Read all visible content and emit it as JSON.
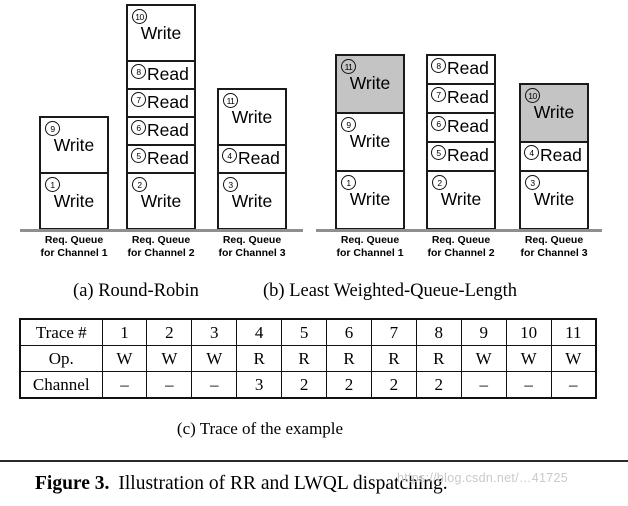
{
  "figure": {
    "caption_label": "Figure 3.",
    "caption_text": "Illustration of RR and LWQL dispatching."
  },
  "watermark": "https://blog.csdn.net/…41725",
  "colors": {
    "highlight_fill": "#c4c4c4",
    "baseline": "#8f8f8f",
    "border": "#1a1a1a"
  },
  "panels": [
    {
      "id": "a",
      "caption": "(a) Round-Robin",
      "queues": [
        {
          "label1": "Req. Queue",
          "label2": "for Channel 1",
          "blocks": [
            {
              "trace": "9",
              "op": "Write",
              "highlighted": false
            },
            {
              "trace": "1",
              "op": "Write",
              "highlighted": false
            }
          ]
        },
        {
          "label1": "Req. Queue",
          "label2": "for Channel 2",
          "blocks": [
            {
              "trace": "10",
              "op": "Write",
              "highlighted": false
            },
            {
              "trace": "8",
              "op": "Read",
              "highlighted": false
            },
            {
              "trace": "7",
              "op": "Read",
              "highlighted": false
            },
            {
              "trace": "6",
              "op": "Read",
              "highlighted": false
            },
            {
              "trace": "5",
              "op": "Read",
              "highlighted": false
            },
            {
              "trace": "2",
              "op": "Write",
              "highlighted": false
            }
          ]
        },
        {
          "label1": "Req. Queue",
          "label2": "for Channel 3",
          "blocks": [
            {
              "trace": "11",
              "op": "Write",
              "highlighted": false
            },
            {
              "trace": "4",
              "op": "Read",
              "highlighted": false
            },
            {
              "trace": "3",
              "op": "Write",
              "highlighted": false
            }
          ]
        }
      ]
    },
    {
      "id": "b",
      "caption": "(b) Least Weighted-Queue-Length",
      "queues": [
        {
          "label1": "Req. Queue",
          "label2": "for Channel 1",
          "blocks": [
            {
              "trace": "11",
              "op": "Write",
              "highlighted": true
            },
            {
              "trace": "9",
              "op": "Write",
              "highlighted": false
            },
            {
              "trace": "1",
              "op": "Write",
              "highlighted": false
            }
          ]
        },
        {
          "label1": "Req. Queue",
          "label2": "for Channel 2",
          "blocks": [
            {
              "trace": "8",
              "op": "Read",
              "highlighted": false
            },
            {
              "trace": "7",
              "op": "Read",
              "highlighted": false
            },
            {
              "trace": "6",
              "op": "Read",
              "highlighted": false
            },
            {
              "trace": "5",
              "op": "Read",
              "highlighted": false
            },
            {
              "trace": "2",
              "op": "Write",
              "highlighted": false
            }
          ]
        },
        {
          "label1": "Req. Queue",
          "label2": "for Channel 3",
          "blocks": [
            {
              "trace": "10",
              "op": "Write",
              "highlighted": true
            },
            {
              "trace": "4",
              "op": "Read",
              "highlighted": false
            },
            {
              "trace": "3",
              "op": "Write",
              "highlighted": false
            }
          ]
        }
      ]
    }
  ],
  "table": {
    "caption": "(c) Trace of the example",
    "rows": [
      {
        "header": "Trace #",
        "cells": [
          "1",
          "2",
          "3",
          "4",
          "5",
          "6",
          "7",
          "8",
          "9",
          "10",
          "11"
        ]
      },
      {
        "header": "Op.",
        "cells": [
          "W",
          "W",
          "W",
          "R",
          "R",
          "R",
          "R",
          "R",
          "W",
          "W",
          "W"
        ]
      },
      {
        "header": "Channel",
        "cells": [
          "–",
          "–",
          "–",
          "3",
          "2",
          "2",
          "2",
          "2",
          "–",
          "–",
          "–"
        ]
      }
    ]
  }
}
